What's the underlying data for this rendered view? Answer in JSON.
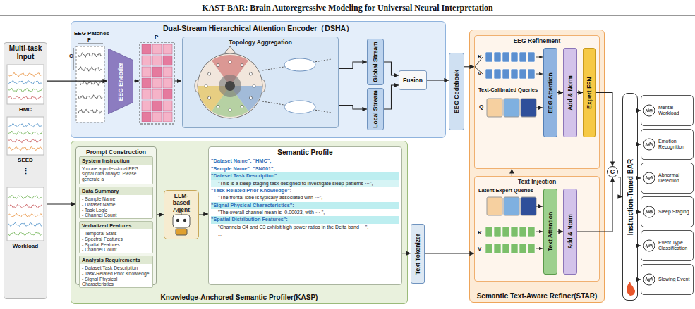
{
  "diagram": {
    "title": "KAST-BAR: Brain Autoregressive Modeling for Universal Neural Interpretation",
    "nodes": [
      {
        "text": [
          "Multi-task Input"
        ]
      },
      {
        "text": [
          "Dual-Stream Hierarchical Attention Encoder（DSHA）"
        ]
      },
      {
        "text": [
          "EEG Encoder"
        ],
        "in": 1
      },
      {
        "text": [
          "Topology Aggregation"
        ],
        "in": 1
      },
      {
        "text": [
          "Global Stream"
        ],
        "in": 1
      },
      {
        "text": [
          "Local Stream"
        ],
        "in": 1
      },
      {
        "text": [
          "Fusion"
        ],
        "in": 1
      },
      {
        "text": [
          "EEG Codebook"
        ]
      },
      {
        "text": [
          "Knowledge-Anchored Semantic Profiler(KASP)"
        ]
      },
      {
        "text": [
          "Prompt Construction"
        ],
        "in": 8
      },
      {
        "text": [
          "System Instruction",
          "You are a professional EEG signal data analyst. Please generate a"
        ],
        "in": 9
      },
      {
        "text": [
          "Data Summary",
          "- Sample Name",
          "- Dataset Name",
          "- Task Logic",
          "- Channel Count"
        ],
        "in": 9
      },
      {
        "text": [
          "Verbalized Features",
          "- Temporal Stats",
          "- Spectral Features",
          "- Spatial Features",
          "- Channel Count"
        ],
        "in": 9
      },
      {
        "text": [
          "Analysis Requirements",
          "- Dataset Task Description",
          "- Task-Related Prior Knowledge",
          "- Signal Physical Characteristics"
        ],
        "in": 9
      },
      {
        "text": [
          "LLM-based Agent"
        ],
        "in": 8
      },
      {
        "text": [
          "Semantic Profile",
          "\"Dataset Name\": \"HMC\",",
          "\"Sample Name\": \"SN001\",",
          "\"Dataset Task Description\":",
          "\"This is a sleep staging task designed to investigate sleep patterns ···\",",
          "\"Task-Related Prior Knowledge\":",
          "\"The frontal lobe is typically associated with ···\",",
          "\"Signal Physical Characteristics\":",
          "\"The overall channel mean is -0.00023, with ··· \",",
          "\"Spatial Distribution Features\":",
          "\"Channels C4 and C3 exhibit high power ratios in the Delta band ···\",",
          "..."
        ],
        "in": 8
      },
      {
        "text": [
          "Text Tokenizer"
        ]
      },
      {
        "text": [
          "Semantic Text-Aware Refiner(STAR)"
        ]
      },
      {
        "text": [
          "EEG Refinement"
        ],
        "in": 17
      },
      {
        "text": [
          "EEG Attention"
        ],
        "in": 18
      },
      {
        "text": [
          "Add & Norm"
        ],
        "in": 18
      },
      {
        "text": [
          "Expert FFN"
        ],
        "in": 18
      },
      {
        "text": [
          "Text Injection"
        ],
        "in": 17
      },
      {
        "text": [
          "Text Attention"
        ],
        "in": 22
      },
      {
        "text": [
          "Add & Norm"
        ],
        "in": 22
      },
      {
        "text": [
          "C"
        ]
      },
      {
        "text": [
          "Instruction-Tuned BAR"
        ]
      },
      {
        "text": [
          "Mental Workload"
        ]
      },
      {
        "text": [
          "Emotion Recognition"
        ]
      },
      {
        "text": [
          "Abnormal Detection"
        ]
      },
      {
        "text": [
          "Sleep Staging"
        ]
      },
      {
        "text": [
          "Event Type Classification"
        ]
      },
      {
        "text": [
          "Slowing Event"
        ]
      }
    ],
    "edges": [
      {
        "from": 0,
        "to": 2,
        "arrow": "to"
      },
      {
        "from": 0,
        "to": 9,
        "arrow": "to"
      },
      {
        "from": 3,
        "to": 4,
        "arrow": "to"
      },
      {
        "from": 3,
        "to": 5,
        "arrow": "to"
      },
      {
        "from": 4,
        "to": 6,
        "arrow": "to"
      },
      {
        "from": 5,
        "to": 6,
        "arrow": "to"
      },
      {
        "from": 6,
        "to": 7,
        "arrow": "to"
      },
      {
        "from": 7,
        "to": 18,
        "arrow": "to"
      },
      {
        "from": 9,
        "to": 14,
        "arrow": "to"
      },
      {
        "from": 14,
        "to": 15,
        "arrow": "to"
      },
      {
        "from": 15,
        "to": 16,
        "arrow": "to"
      },
      {
        "from": 16,
        "to": 22,
        "arrow": "to"
      },
      {
        "from": 22,
        "to": 18,
        "arrow": "to"
      },
      {
        "from": 19,
        "to": 20,
        "arrow": "to"
      },
      {
        "from": 20,
        "to": 21,
        "arrow": "to"
      },
      {
        "from": 23,
        "to": 24,
        "arrow": "to"
      },
      {
        "from": 21,
        "to": 25,
        "arrow": "to"
      },
      {
        "from": 24,
        "to": 25,
        "arrow": "to"
      },
      {
        "from": 25,
        "to": 26,
        "arrow": "to"
      },
      {
        "from": 26,
        "to": 27,
        "arrow": "to"
      },
      {
        "from": 26,
        "to": 28,
        "arrow": "to"
      },
      {
        "from": 26,
        "to": 29,
        "arrow": "to"
      },
      {
        "from": 26,
        "to": 30,
        "arrow": "to"
      },
      {
        "from": 26,
        "to": 31,
        "arrow": "to"
      },
      {
        "from": 26,
        "to": 32,
        "arrow": "to"
      }
    ],
    "labels": [
      "HMC",
      "SEED",
      "⋮",
      "Workload",
      "EEG Patches",
      "P",
      "C",
      "P",
      "K",
      "V",
      "Text-Calibrated Queries",
      "Q",
      "Latent Expert Queries",
      "K",
      "V"
    ]
  }
}
